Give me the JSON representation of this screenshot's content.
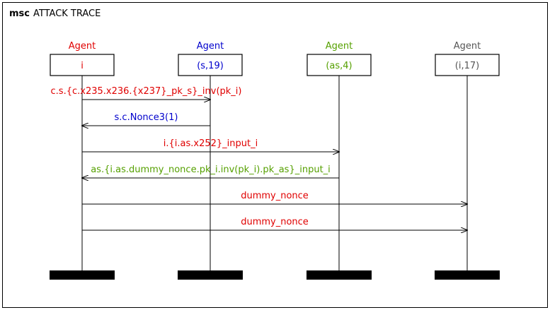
{
  "title": {
    "keyword": "msc",
    "name": "ATTACK TRACE"
  },
  "agents": [
    {
      "type": "Agent",
      "name": "i",
      "color": "#e00000"
    },
    {
      "type": "Agent",
      "name": "(s,19)",
      "color": "#0000cc"
    },
    {
      "type": "Agent",
      "name": "(as,4)",
      "color": "#55a000"
    },
    {
      "type": "Agent",
      "name": "(i,17)",
      "color": "#555555"
    }
  ],
  "messages": [
    {
      "from": 0,
      "to": 1,
      "color": "#e00000",
      "label": "c.s.{c.x235.x236.{x237}_pk_s}_inv(pk_i)"
    },
    {
      "from": 1,
      "to": 0,
      "color": "#0000cc",
      "label": "s.c.Nonce3(1)"
    },
    {
      "from": 0,
      "to": 2,
      "color": "#e00000",
      "label": "i.{i.as.x252}_input_i"
    },
    {
      "from": 2,
      "to": 0,
      "color": "#55a000",
      "label": "as.{i.as.dummy_nonce.pk_i.inv(pk_i).pk_as}_input_i"
    },
    {
      "from": 0,
      "to": 3,
      "color": "#e00000",
      "label": "dummy_nonce"
    },
    {
      "from": 0,
      "to": 3,
      "color": "#e00000",
      "label": "dummy_nonce"
    }
  ]
}
